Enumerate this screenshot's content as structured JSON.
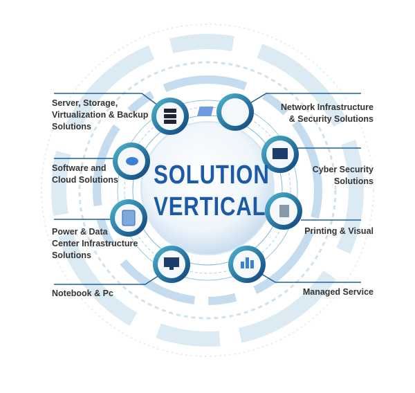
{
  "title": {
    "line1": "SOLUTION",
    "line2": "VERTICAL"
  },
  "colors": {
    "title": "#1d5aa5",
    "ring": "#1b6fa8",
    "line": "#1b5f9e",
    "bg_arc": "#dceaf4"
  },
  "left_items": [
    {
      "lines": [
        "Server, Storage,",
        "Virtualization & Backup",
        "Solutions"
      ],
      "icon": "server-icon"
    },
    {
      "lines": [
        "Software and",
        "Cloud Solutions"
      ],
      "icon": "cloud-icon"
    },
    {
      "lines": [
        "Power & Data",
        "Center Infrastructure",
        "Solutions"
      ],
      "icon": "data-center-icon"
    },
    {
      "lines": [
        "Notebook & Pc"
      ],
      "icon": "computer-icon"
    }
  ],
  "right_items": [
    {
      "lines": [
        "Network Infrastructure",
        "& Security Solutions"
      ],
      "icon": "network-icon"
    },
    {
      "lines": [
        "Cyber Security",
        "Solutions"
      ],
      "icon": "security-icon"
    },
    {
      "lines": [
        "Printing & Visual"
      ],
      "icon": "printer-icon"
    },
    {
      "lines": [
        "Managed Service"
      ],
      "icon": "managed-service-icon"
    }
  ]
}
